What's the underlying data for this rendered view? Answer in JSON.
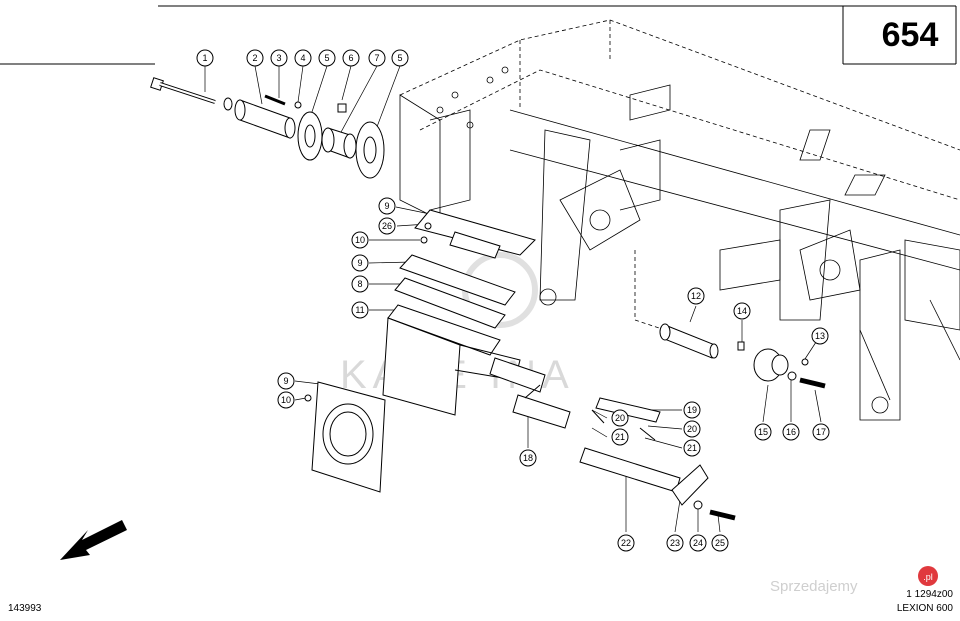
{
  "page_number": "654",
  "drawing_ref": "143993",
  "drawing_code": "1 1294z00",
  "model": "LEXION 600",
  "watermark_text": "KARE INA",
  "site_watermark": {
    "text": "Sprzedajemy",
    "badge": ".pl",
    "badge_color": "#e0393e"
  },
  "callouts": [
    "1",
    "2",
    "3",
    "4",
    "5",
    "6",
    "7",
    "5",
    "9",
    "26",
    "10",
    "9",
    "8",
    "11",
    "9",
    "10",
    "12",
    "14",
    "13",
    "15",
    "16",
    "17",
    "18",
    "19",
    "20",
    "21",
    "20",
    "21",
    "22",
    "23",
    "24",
    "25"
  ],
  "colors": {
    "ink": "#000000",
    "watermark": "#d9d9d9",
    "background": "#ffffff"
  }
}
